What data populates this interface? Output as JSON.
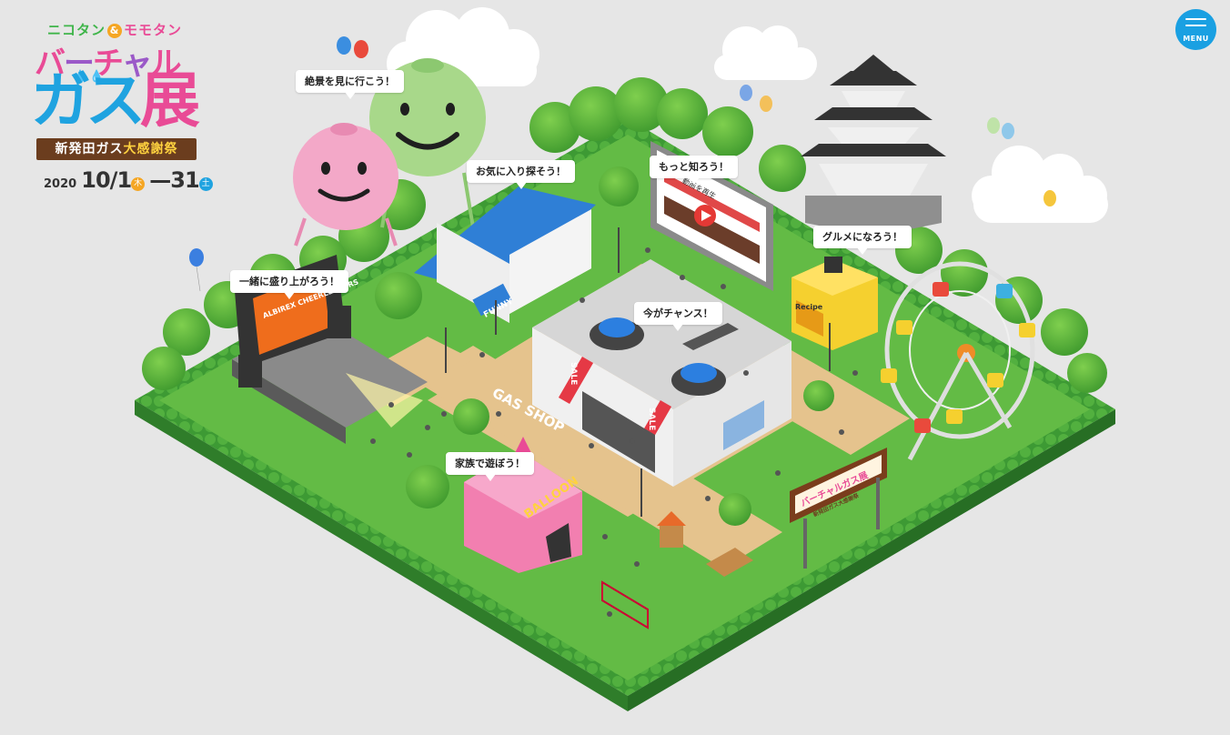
{
  "logo": {
    "subtitle_a": "ニコタン",
    "subtitle_amp": "&",
    "subtitle_b": "モモタン",
    "virtual": "バーチャル",
    "main_a": "ガス",
    "main_b": "展",
    "ribbon_a": "新発田ガス",
    "ribbon_b": "大感謝祭",
    "year": "2020",
    "start": "10/1",
    "start_day": "木",
    "dash": "—",
    "end": "31",
    "end_day": "土"
  },
  "menu": {
    "label": "MENU",
    "icon": "hamburger-icon"
  },
  "bubbles": {
    "view": "絶景を見に行こう！",
    "favorite": "お気に入り探そう！",
    "learn": "もっと知ろう！",
    "gourmet": "グルメになろう！",
    "excite": "一緒に盛り上がろう！",
    "chance": "今がチャンス！",
    "family": "家族で遊ぼう！"
  },
  "signs": {
    "gas_shop": "GAS SHOP",
    "sale": "SALE",
    "balloon": "BALLOON",
    "funny": "FUNNY",
    "recipe": "Recipe",
    "cheer": "ALBIREX CHEERLEADERS",
    "gate_title": "バーチャルガス展",
    "gate_sub": "新発田ガス大感謝祭",
    "screen_title": "動画を再生"
  },
  "colors": {
    "background": "#e6e6e6",
    "grass": "#5cb83e",
    "path": "#e5c38d",
    "accent_blue": "#1aa0e2",
    "pink": "#e94b96",
    "green_char": "#a8d88a",
    "pink_char": "#f3a8c8"
  }
}
